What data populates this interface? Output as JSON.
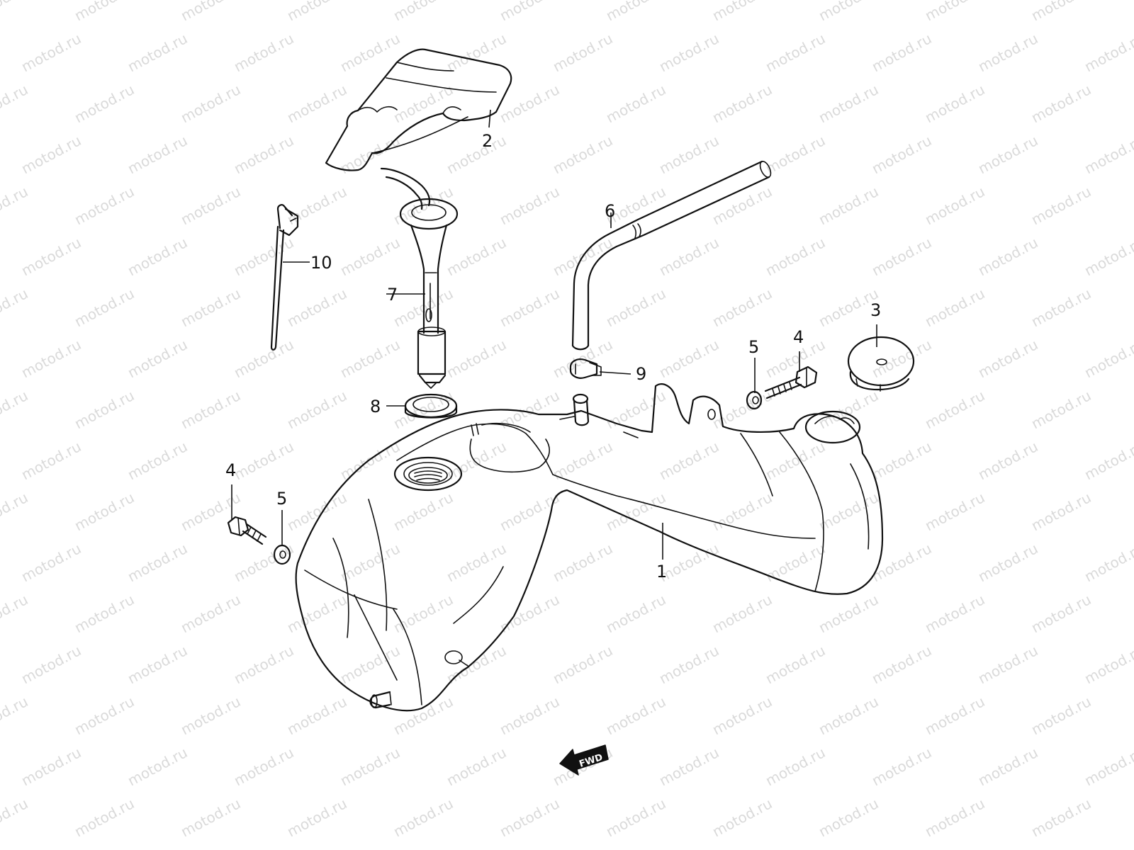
{
  "watermark": "motod.ru",
  "direction_label": "FWD",
  "callouts": [
    {
      "id": "1",
      "label": "1"
    },
    {
      "id": "2",
      "label": "2"
    },
    {
      "id": "3",
      "label": "3"
    },
    {
      "id": "4a",
      "label": "4"
    },
    {
      "id": "4b",
      "label": "4"
    },
    {
      "id": "5a",
      "label": "5"
    },
    {
      "id": "5b",
      "label": "5"
    },
    {
      "id": "6",
      "label": "6"
    },
    {
      "id": "7",
      "label": "7"
    },
    {
      "id": "8",
      "label": "8"
    },
    {
      "id": "9",
      "label": "9"
    },
    {
      "id": "10",
      "label": "10"
    }
  ]
}
